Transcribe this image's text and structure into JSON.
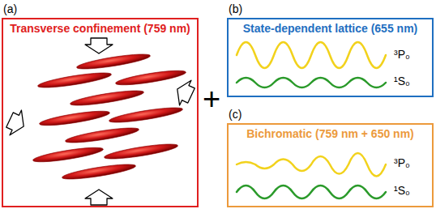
{
  "diagram": {
    "nodes": [
      {
        "text": [
          "(a)",
          "Transverse confinement (759 nm)"
        ]
      },
      {
        "text": [
          "(b)",
          "State-dependent lattice (655 nm)"
        ]
      },
      {
        "text": [
          "(c)",
          "Bichromatic (759 nm + 650 nm)"
        ]
      }
    ],
    "labels": [
      "+",
      "³P₀",
      "¹S₀",
      "³P₀",
      "¹S₀"
    ]
  }
}
